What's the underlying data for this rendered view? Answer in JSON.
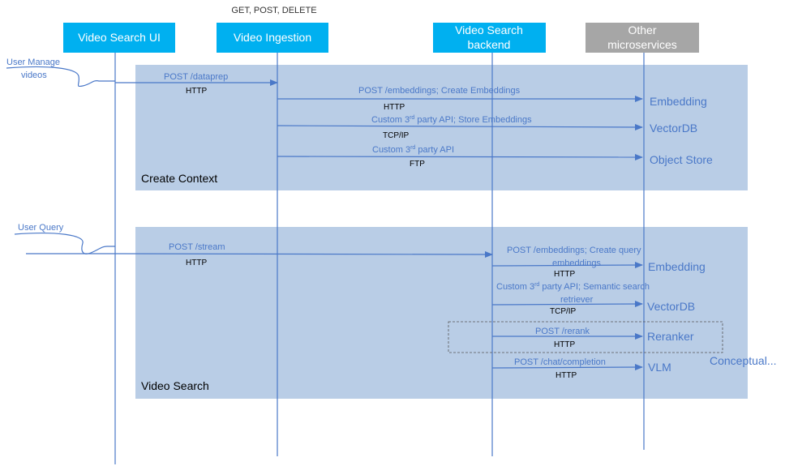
{
  "top_note": "GET, POST, DELETE",
  "participants": {
    "ui": "Video Search UI",
    "ingestion": "Video Ingestion",
    "backend_line1": "Video Search",
    "backend_line2": "backend",
    "other_line1": "Other",
    "other_line2": "microservices"
  },
  "colors": {
    "participant_fill": "#00b0f0",
    "other_fill": "#a6a6a6",
    "region_fill": "#b9cde6",
    "line": "#4a78c8"
  },
  "actors": {
    "manage_line1": "User Manage",
    "manage_line2": "videos",
    "query": "User Query"
  },
  "create_context": {
    "title": "Create Context",
    "dataprep_label": "POST /dataprep",
    "dataprep_protocol": "HTTP",
    "embeddings_label": "POST /embeddings; Create Embeddings",
    "embeddings_protocol": "HTTP",
    "vectordb_pre": "Custom 3",
    "vectordb_sup": "rd",
    "vectordb_post": " party API; Store Embeddings",
    "vectordb_protocol": "TCP/IP",
    "objstore_pre": "Custom 3",
    "objstore_sup": "rd",
    "objstore_post": " party API",
    "objstore_protocol": "FTP",
    "svc_embedding": "Embedding",
    "svc_vectordb": "VectorDB",
    "svc_objstore": "Object Store"
  },
  "video_search": {
    "title": "Video Search",
    "stream_label": "POST /stream",
    "stream_protocol": "HTTP",
    "qemb_line1": "POST /embeddings; Create query",
    "qemb_line2": "embeddings",
    "qemb_protocol": "HTTP",
    "retr_pre": "Custom 3",
    "retr_sup": "rd",
    "retr_post": " party API; Semantic search",
    "retr_line2": "retriever",
    "retr_protocol": "TCP/IP",
    "rerank_label": "POST /rerank",
    "rerank_protocol": "HTTP",
    "chat_label": "POST /chat/completion",
    "chat_protocol": "HTTP",
    "svc_embedding": "Embedding",
    "svc_vectordb": "VectorDB",
    "svc_reranker": "Reranker",
    "svc_vlm": "VLM",
    "conceptual": "Conceptual..."
  }
}
